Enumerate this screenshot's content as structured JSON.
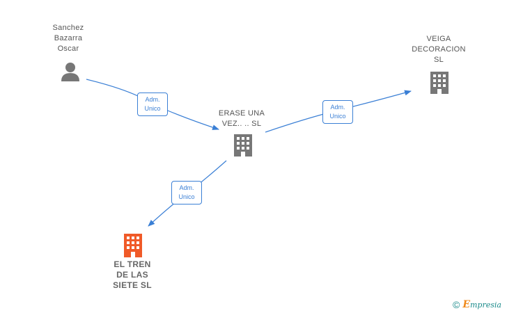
{
  "nodes": {
    "person": {
      "label": "Sanchez\nBazarra\nOscar",
      "type": "person"
    },
    "erase": {
      "label": "ERASE UNA\nVEZ.. .. SL",
      "type": "company"
    },
    "veiga": {
      "label": "VEIGA\nDECORACION\nSL",
      "type": "company"
    },
    "tren": {
      "label": "EL TREN\nDE LAS\nSIETE  SL",
      "type": "company-highlight"
    }
  },
  "edges": {
    "e1": {
      "label": "Adm.\nUnico"
    },
    "e2": {
      "label": "Adm.\nUnico"
    },
    "e3": {
      "label": "Adm.\nUnico"
    }
  },
  "colors": {
    "edge": "#3a7fd5",
    "icon_gray": "#777777",
    "icon_highlight": "#f05a28"
  },
  "footer": {
    "copyright": "©",
    "brand_initial": "E",
    "brand_rest": "mpresia"
  }
}
